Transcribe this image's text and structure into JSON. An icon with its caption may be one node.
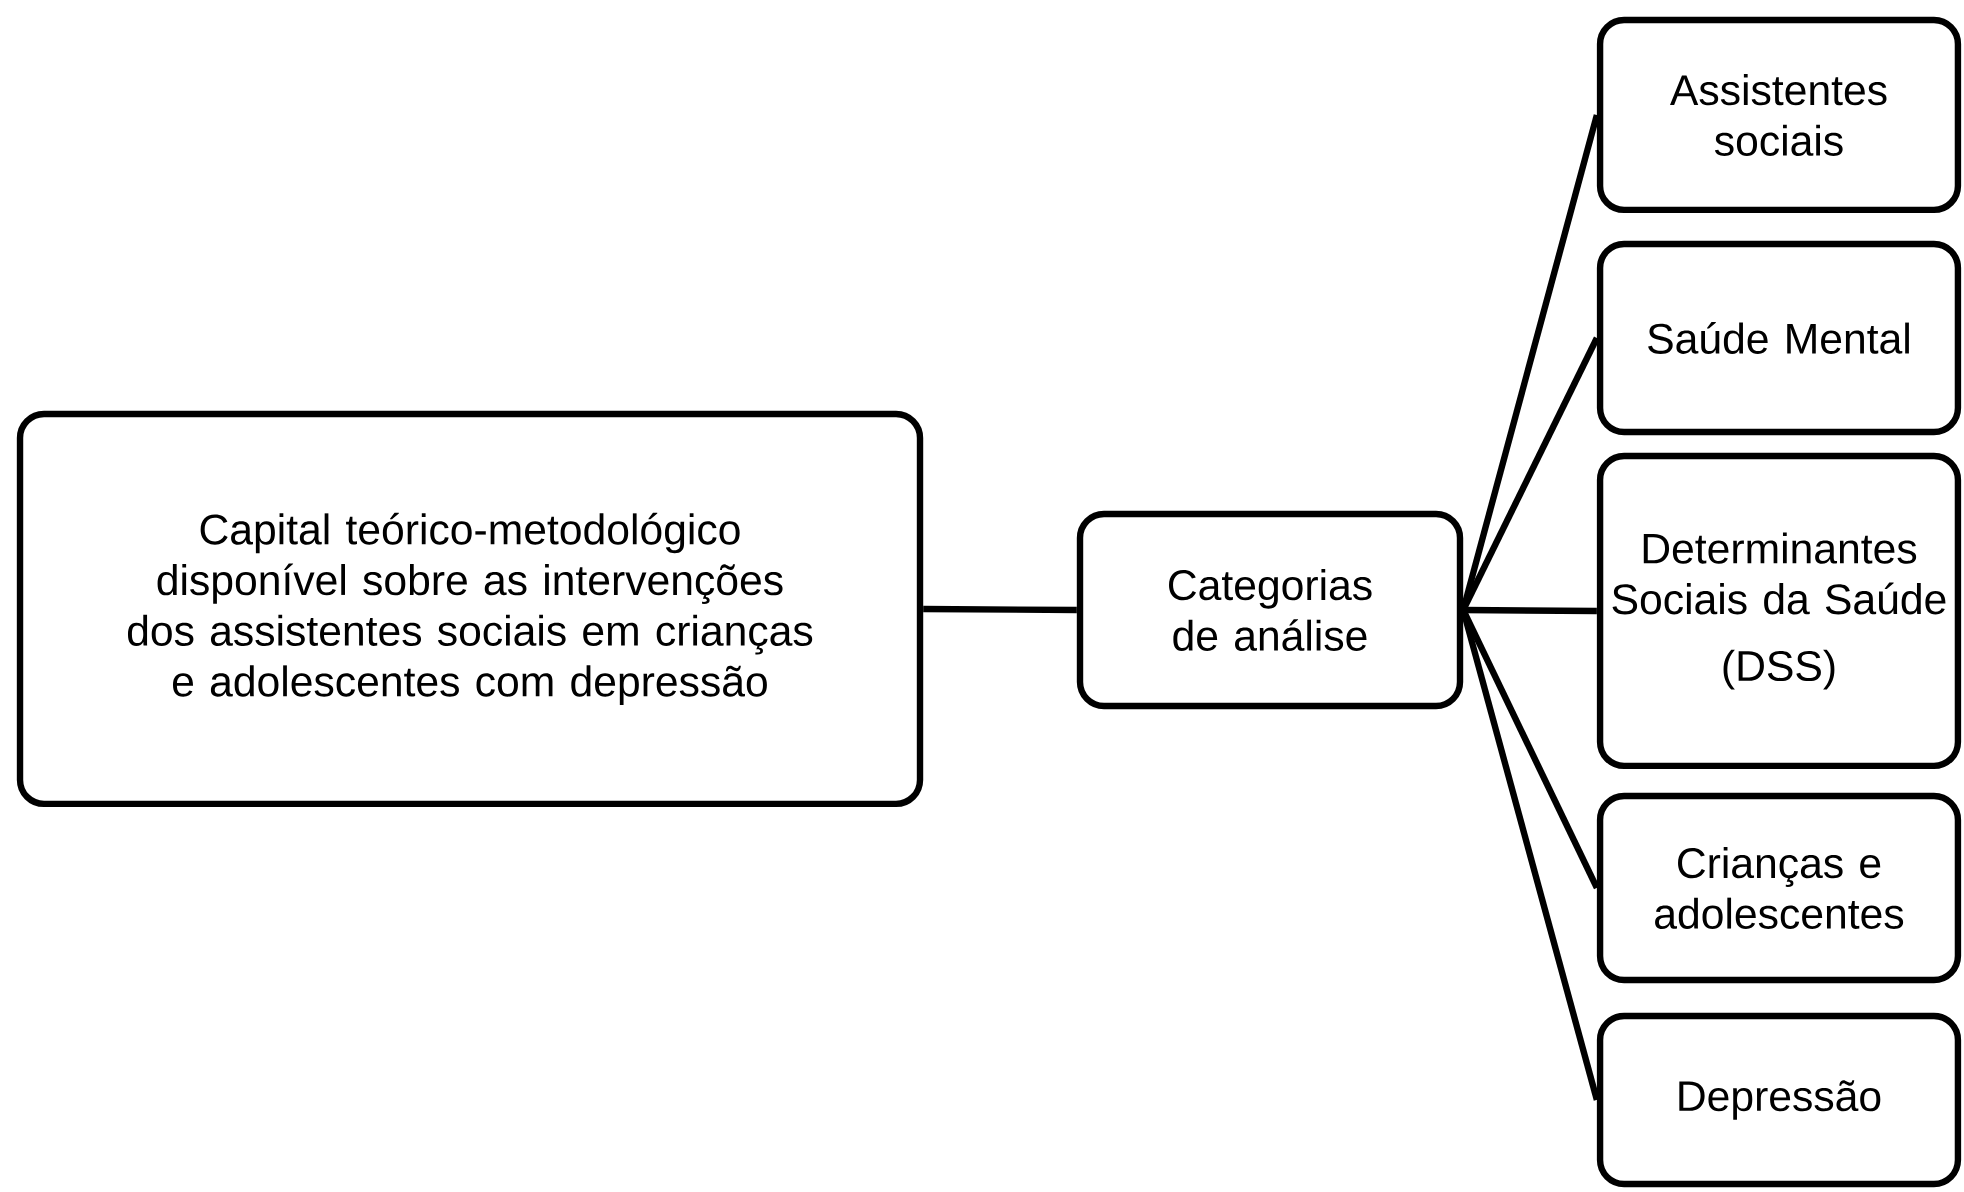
{
  "diagram": {
    "nodes": [
      {
        "text": [
          "Capital teórico-metodológico disponível sobre as intervenções dos assistentes sociais em crianças e adolescentes com depressão"
        ]
      },
      {
        "text": [
          "Categorias de análise"
        ]
      },
      {
        "text": [
          "Assistentes sociais"
        ]
      },
      {
        "text": [
          "Saúde Mental"
        ]
      },
      {
        "text": [
          "Determinantes Sociais da Saúde",
          "(DSS)"
        ]
      },
      {
        "text": [
          "Crianças e adolescentes"
        ]
      },
      {
        "text": [
          "Depressão"
        ]
      }
    ],
    "edges": [
      {
        "from": 0,
        "to": 1,
        "arrow": "none"
      },
      {
        "from": 1,
        "to": 2,
        "arrow": "none"
      },
      {
        "from": 1,
        "to": 3,
        "arrow": "none"
      },
      {
        "from": 1,
        "to": 4,
        "arrow": "none"
      },
      {
        "from": 1,
        "to": 5,
        "arrow": "none"
      },
      {
        "from": 1,
        "to": 6,
        "arrow": "none"
      }
    ]
  }
}
